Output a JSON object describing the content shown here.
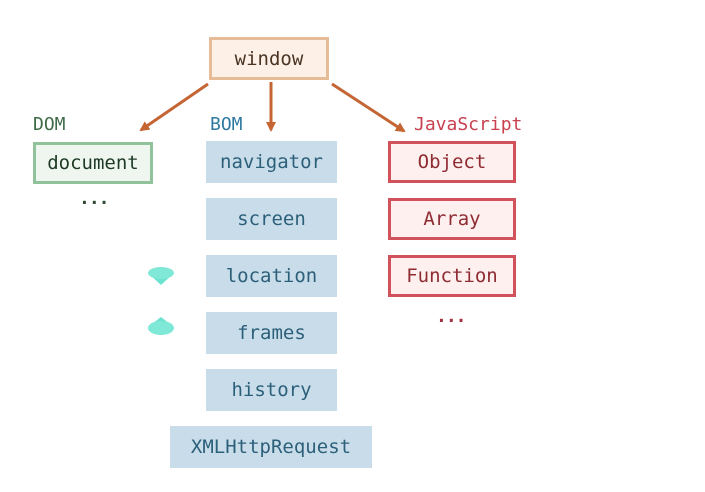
{
  "root": {
    "label": "window"
  },
  "categories": {
    "dom": {
      "label": "DOM",
      "items": [
        "document"
      ],
      "more": "..."
    },
    "bom": {
      "label": "BOM",
      "items": [
        "navigator",
        "screen",
        "location",
        "frames",
        "history",
        "XMLHttpRequest"
      ]
    },
    "js": {
      "label": "JavaScript",
      "items": [
        "Object",
        "Array",
        "Function"
      ],
      "more": "..."
    }
  },
  "colors": {
    "arrow": "#c46533",
    "root_fill": "#fdf0e6",
    "root_border": "#e6bc98",
    "dom_border": "#91c29b",
    "bom_fill": "#c8dde9",
    "js_border": "#d2525c",
    "hint_icon": "#6be3cf"
  },
  "icons": {
    "hint_1": "teal-droplet-icon",
    "hint_2": "teal-droplet-icon"
  }
}
